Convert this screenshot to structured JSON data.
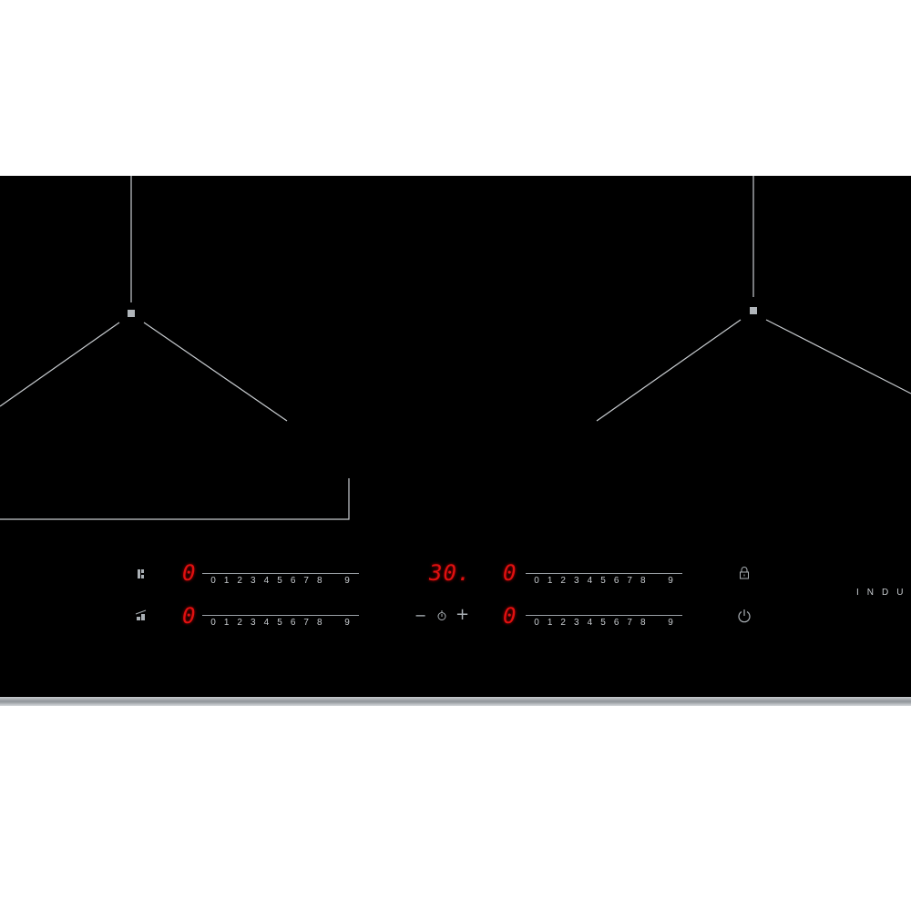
{
  "zones": {
    "front_left": {
      "level": "0"
    },
    "rear_left": {
      "level": "0"
    },
    "front_right": {
      "level": "0"
    },
    "rear_right": {
      "level": "0"
    }
  },
  "slider_scale": [
    "0",
    "1",
    "2",
    "3",
    "4",
    "5",
    "6",
    "7",
    "8",
    "9"
  ],
  "timer": {
    "value": "30.",
    "minus_label": "−",
    "plus_label": "+"
  },
  "brand_text": "INDUC",
  "colors": {
    "display": "#e01010",
    "glass": "#000000",
    "graphics": "#c8ccd0"
  }
}
